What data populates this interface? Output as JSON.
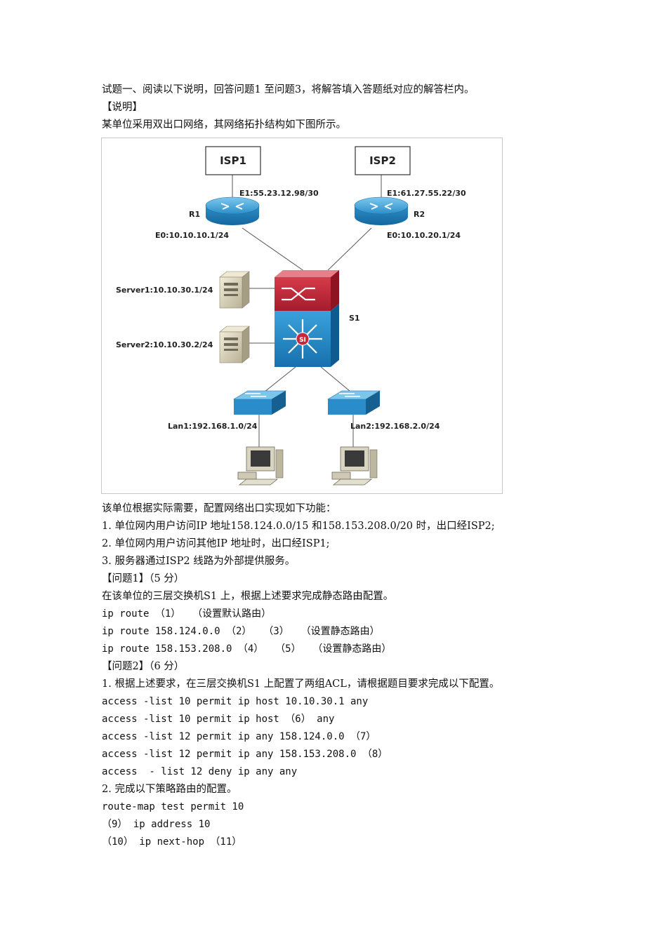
{
  "doc": {
    "intro": "试题一、阅读以下说明，回答问题1 至问题3，将解答填入答题纸对应的解答栏内。",
    "explain_heading": "【说明】",
    "explain_text": "某单位采用双出口网络，其网络拓扑结构如下图所示。",
    "after_figure": "该单位根据实际需要，配置网络出口实现如下功能：",
    "req1": "1. 单位网内用户访问IP 地址158.124.0.0/15 和158.153.208.0/20 时，出口经ISP2;",
    "req2": "2. 单位网内用户访问其他IP 地址时，出口经ISP1;",
    "req3": "3. 服务器通过ISP2 线路为外部提供服务。",
    "q1_heading": "【问题1】（5 分）",
    "q1_text": "在该单位的三层交换机S1 上，根据上述要求完成静态路由配置。",
    "q1_code1": "ip route （1）  （设置默认路由）",
    "q1_code2": "ip route 158.124.0.0 （2）  （3）  （设置静态路由）",
    "q1_code3": "ip route 158.153.208.0 （4）  （5）  （设置静态路由）",
    "q2_heading": "【问题2】（6 分）",
    "q2_text": "1. 根据上述要求，在三层交换机S1 上配置了两组ACL，请根据题目要求完成以下配置。",
    "acl1": "access -list 10 permit ip host 10.10.30.1 any",
    "acl2": "access -list 10 permit ip host （6） any",
    "acl3": "access -list 12 permit ip any 158.124.0.0 （7）",
    "acl4": "access -list 12 permit ip any 158.153.208.0 （8）",
    "acl5": "access  - list 12 deny ip any any",
    "q2_text2": "2. 完成以下策略路由的配置。",
    "rm1": "route-map test permit 10",
    "rm2": "（9） ip address 10",
    "rm3": "（10） ip next-hop （11）"
  },
  "figure": {
    "isp1": "ISP1",
    "isp2": "ISP2",
    "r1": "R1",
    "r2": "R2",
    "r1_e1": "E1:55.23.12.98/30",
    "r2_e1": "E1:61.27.55.22/30",
    "r1_e0": "E0:10.10.10.1/24",
    "r2_e0": "E0:10.10.20.1/24",
    "server1": "Server1:10.10.30.1/24",
    "server2": "Server2:10.10.30.2/24",
    "s1": "S1",
    "s1_badge": "SI",
    "lan1": "Lan1:192.168.1.0/24",
    "lan2": "Lan2:192.168.2.0/24"
  }
}
